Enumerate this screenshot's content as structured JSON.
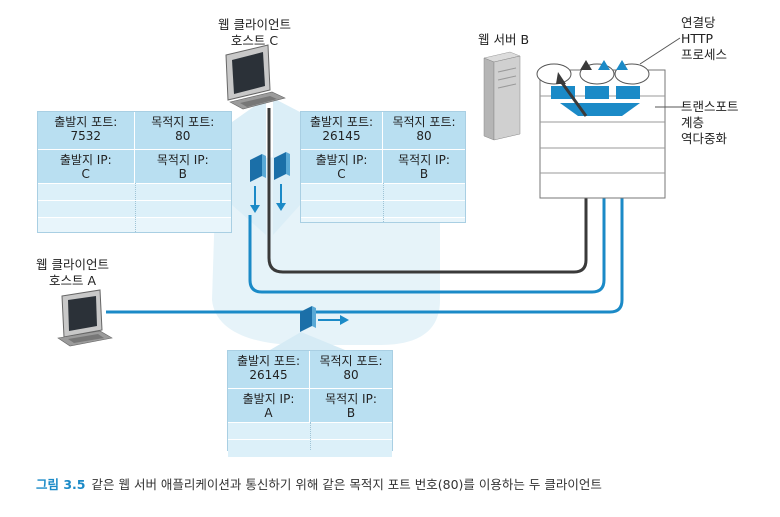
{
  "labels": {
    "client_c": [
      "웹 클라이언트",
      "호스트 C"
    ],
    "client_a": [
      "웹 클라이언트",
      "호스트 A"
    ],
    "server_b": "웹 서버 B",
    "per_conn": [
      "연결당",
      "HTTP",
      "프로세스"
    ],
    "demux": [
      "트랜스포트",
      "계층",
      "역다중화"
    ]
  },
  "segments": {
    "c_left": {
      "src_port_label": "출발지 포트:",
      "src_port": "7532",
      "dst_port_label": "목적지 포트:",
      "dst_port": "80",
      "src_ip_label": "출발지 IP:",
      "src_ip": "C",
      "dst_ip_label": "목적지 IP:",
      "dst_ip": "B"
    },
    "c_right": {
      "src_port_label": "출발지 포트:",
      "src_port": "26145",
      "dst_port_label": "목적지 포트:",
      "dst_port": "80",
      "src_ip_label": "출발지 IP:",
      "src_ip": "C",
      "dst_ip_label": "목적지 IP:",
      "dst_ip": "B"
    },
    "a": {
      "src_port_label": "출발지 포트:",
      "src_port": "26145",
      "dst_port_label": "목적지 포트:",
      "dst_port": "80",
      "src_ip_label": "출발지 IP:",
      "src_ip": "A",
      "dst_ip_label": "목적지 IP:",
      "dst_ip": "B"
    }
  },
  "caption": {
    "figure": "그림 3.5",
    "text": "같은 웹 서버 애플리케이션과 통신하기 위해 같은 목적지 포트 번호(80)를 이용하는 두 클라이언트"
  },
  "colors": {
    "link_blue": "#1b8ac7",
    "link_dark": "#3a3a3a",
    "segment_fill": "#b9dff1",
    "panel_fill": "#e3f1f8"
  }
}
